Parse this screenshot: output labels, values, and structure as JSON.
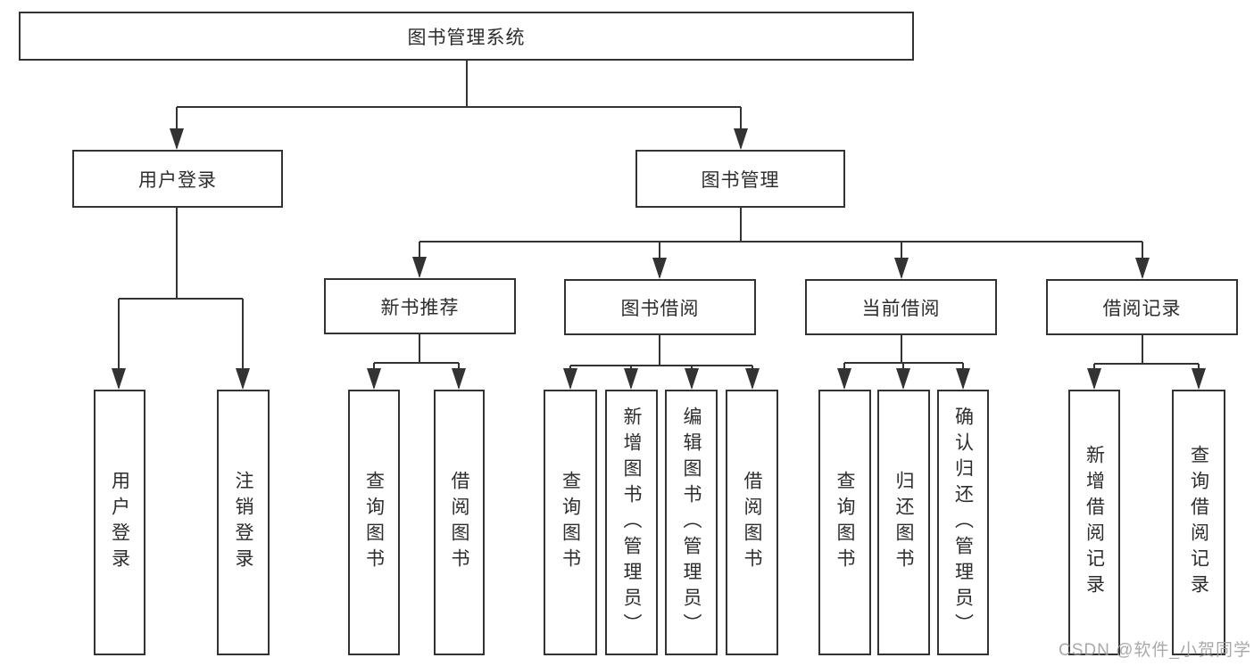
{
  "colors": {
    "line": "#333333",
    "text": "#2d2d2d",
    "box_background": "#ffffff",
    "watermark": "#9a9a9a"
  },
  "root": {
    "label": "图书管理系统"
  },
  "level2": [
    {
      "label": "用户登录"
    },
    {
      "label": "图书管理"
    }
  ],
  "level3": [
    {
      "label": "新书推荐"
    },
    {
      "label": "图书借阅"
    },
    {
      "label": "当前借阅"
    },
    {
      "label": "借阅记录"
    }
  ],
  "leaves": {
    "user_login": [
      "用户登录",
      "注销登录"
    ],
    "new_book": [
      "查询图书",
      "借阅图书"
    ],
    "book_borrow": [
      "查询图书",
      "新增图书（管理员）",
      "编辑图书（管理员）",
      "借阅图书"
    ],
    "current_borrow": [
      "查询图书",
      "归还图书",
      "确认归还（管理员）"
    ],
    "borrow_records": [
      "新增借阅记录",
      "查询借阅记录"
    ]
  },
  "watermark": "CSDN @软件_小贺同学"
}
